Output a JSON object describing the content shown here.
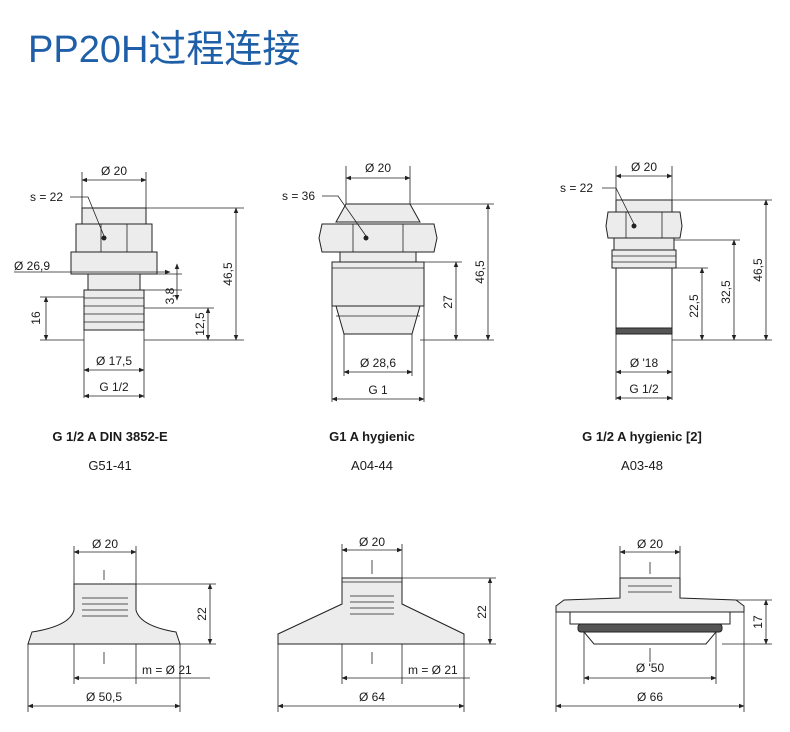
{
  "title": "PP20H过程连接",
  "connections": [
    {
      "caption": "G 1/2 A DIN 3852-E",
      "code": "G51-41",
      "dims": {
        "d_top": "Ø 20",
        "s": "s = 22",
        "d_flange": "Ø 26,9",
        "h_total": "46,5",
        "h_a": "3,8",
        "h_b": "16",
        "h_c": "12,5",
        "d_tip": "Ø 17,5",
        "thread": "G 1/2"
      }
    },
    {
      "caption": "G1 A hygienic",
      "code": "A04-44",
      "dims": {
        "d_top": "Ø 20",
        "s": "s = 36",
        "h_total": "46,5",
        "h_a": "27",
        "d_tip": "Ø 28,6",
        "thread": "G 1"
      }
    },
    {
      "caption": "G 1/2 A hygienic [2]",
      "code": "A03-48",
      "dims": {
        "d_top": "Ø 20",
        "s": "s = 22",
        "h_total": "46,5",
        "h_a": "32,5",
        "h_b": "22,5",
        "d_tip": "Ø '18",
        "thread": "G 1/2"
      }
    }
  ],
  "adapters": [
    {
      "d_top": "Ø 20",
      "height": "22",
      "m": "m = Ø 21",
      "d_base": "Ø 50,5"
    },
    {
      "d_top": "Ø 20",
      "height": "22",
      "m": "m = Ø 21",
      "d_base": "Ø 64"
    },
    {
      "d_top": "Ø 20",
      "height": "17",
      "d_inner": "Ø '50",
      "d_base": "Ø 66"
    }
  ]
}
